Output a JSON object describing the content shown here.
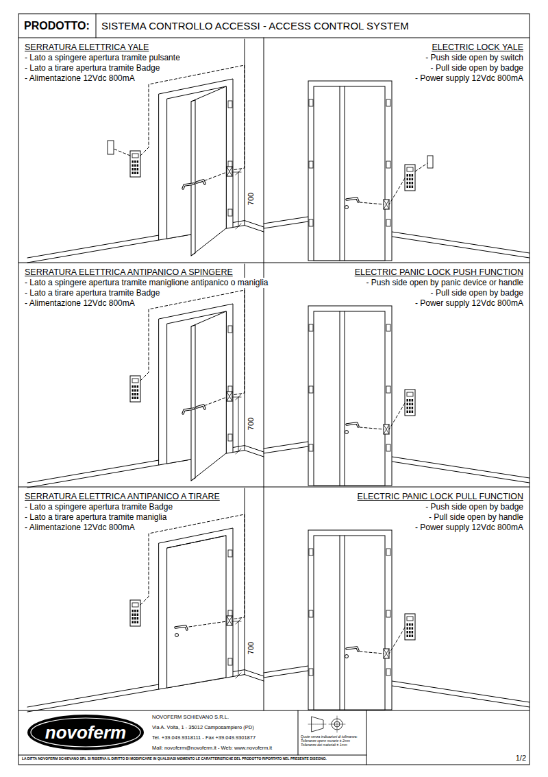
{
  "diagram": {
    "title": "SISTEMA CONTROLLO ACCESSI - ACCESS CONTROL SYSTEM",
    "nodes": [
      {
        "text": [
          "SERRATURA ELETTRICA YALE",
          "- Lato a spingere apertura tramite pulsante",
          "- Lato a tirare apertura tramite Badge",
          "- Alimentazione 12Vdc 800mA"
        ]
      },
      {
        "text": [
          "ELECTRIC LOCK YALE",
          "- Push side open by switch",
          "- Pull side open by badge",
          "- Power supply 12Vdc 800mA"
        ]
      },
      {
        "text": [
          "SERRATURA ELETTRICA ANTIPANICO A SPINGERE",
          "- Lato a spingere apertura tramite maniglione antipanico o maniglia",
          "- Lato a tirare apertura tramite Badge",
          "- Alimentazione 12Vdc 800mA"
        ]
      },
      {
        "text": [
          "ELECTRIC PANIC LOCK PUSH FUNCTION",
          "- Push side open by panic device or handle",
          "- Pull side open by badge",
          "- Power supply 12Vdc 800mA"
        ]
      },
      {
        "text": [
          "SERRATURA ELETTRICA ANTIPANICO A TIRARE",
          "- Lato a spingere apertura tramite Badge",
          "- Lato a tirare apertura tramite maniglia",
          "- Alimentazione 12Vdc 800mA"
        ]
      },
      {
        "text": [
          "ELECTRIC PANIC LOCK PULL FUNCTION",
          "- Push side open by badge",
          "- Pull side open by handle",
          "- Power supply 12Vdc 800mA"
        ]
      }
    ],
    "labels": [
      "PRODOTTO:",
      "700",
      "700",
      "700",
      "novoferm",
      "NOVOFERM SCHIEVANO S.R.L.",
      "Via A. Volta, 1 - 35012 Camposampiero (PD)",
      "Tel. +39.049.9318111 - Fax +39.049.9301877",
      "Mail: novoferm@novoferm.it - Web: www.novoferm.it",
      "Quote senza indicazioni di tolleranza: Tolleranze opere murarie ± 2mm Tolleranze dei materiali ± 1mm",
      "LA DITTA NOVOFERM SCHIEVANO SRL SI RISERVA IL DIRITTO DI MODIFICARE IN QUALSIASI MOMENTO LE CARATTERISTICHE DEL PRODOTTO RIPORTATO NEL PRESENTE DISEGNO.",
      "1/2"
    ]
  }
}
